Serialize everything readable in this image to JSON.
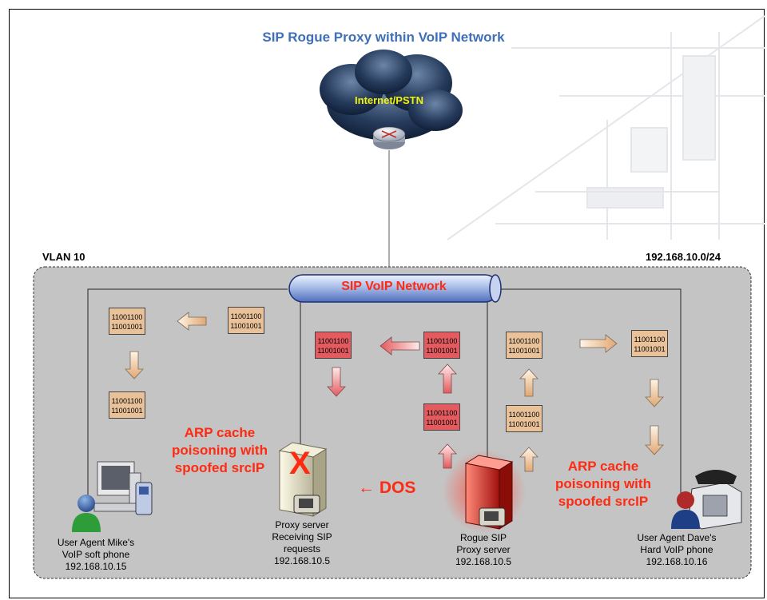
{
  "title": "SIP Rogue Proxy within VoIP Network",
  "vlan_label": "VLAN 10",
  "subnet_label": "192.168.10.0/24",
  "cloud_label": "Internet/PSTN",
  "bus_label": "SIP VoIP Network",
  "binary": {
    "line1": "11001100",
    "line2": "11001001"
  },
  "arp_left": {
    "line1": "ARP cache",
    "line2": "poisoning with",
    "line3": "spoofed srcIP"
  },
  "arp_right": {
    "line1": "ARP cache",
    "line2": "poisoning with",
    "line3": "spoofed srcIP"
  },
  "dos_label": "← DOS",
  "x_mark": "X",
  "nodes": {
    "mike": {
      "line1": "User Agent Mike's",
      "line2": "VoIP soft phone",
      "line3": "192.168.10.15"
    },
    "proxy": {
      "line1": "Proxy server",
      "line2": "Receiving SIP",
      "line3": "requests",
      "line4": "192.168.10.5"
    },
    "rogue": {
      "line1": "Rogue SIP",
      "line2": "Proxy server",
      "line3": "192.168.10.5"
    },
    "dave": {
      "line1": "User Agent Dave's",
      "line2": "Hard VoIP phone",
      "line3": "192.168.10.16"
    }
  },
  "colors": {
    "title": "#3f6fb8",
    "alert": "#ff2a12",
    "zone": "#c4c4c4",
    "packet_normal": "#e9c299",
    "packet_rogue": "#e35a5f"
  }
}
